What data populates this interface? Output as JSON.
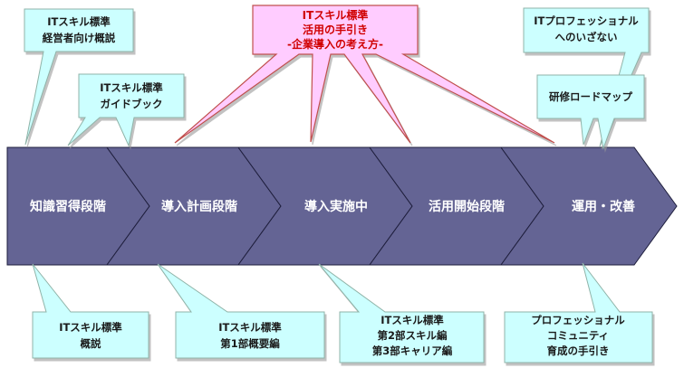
{
  "stages": [
    {
      "label": "知識習得段階"
    },
    {
      "label": "導入計画段階"
    },
    {
      "label": "導入実施中"
    },
    {
      "label": "活用開始段階"
    },
    {
      "label": "運用・改善"
    }
  ],
  "top_callouts": [
    {
      "lines": [
        "ITスキル標準",
        "経営者向け概説"
      ]
    },
    {
      "lines": [
        "ITスキル標準",
        "ガイドブック"
      ]
    },
    {
      "lines": [
        "ITスキル標準",
        "活用の手引き",
        "-企業導入の考え方-"
      ],
      "highlight": true
    },
    {
      "lines": [
        "ITプロフェッショナル",
        "へのいざない"
      ]
    },
    {
      "lines": [
        "研修ロードマップ"
      ]
    }
  ],
  "bottom_callouts": [
    {
      "lines": [
        "ITスキル標準",
        "概説"
      ]
    },
    {
      "lines": [
        "ITスキル標準",
        "第1部概要編"
      ]
    },
    {
      "lines": [
        "ITスキル標準",
        "第2部スキル編",
        "第3部キャリア編"
      ]
    },
    {
      "lines": [
        "プロフェッショナル",
        "コミュニティ",
        "育成の手引き"
      ]
    }
  ],
  "colors": {
    "arrow_fill": "#646494",
    "arrow_stroke": "#1e1e3c",
    "callout_fill": "#ccffff",
    "callout_stroke": "#8fb3a8",
    "highlight_fill": "#ffccff",
    "highlight_stroke": "#c0504d",
    "highlight_text": "#d00000"
  }
}
